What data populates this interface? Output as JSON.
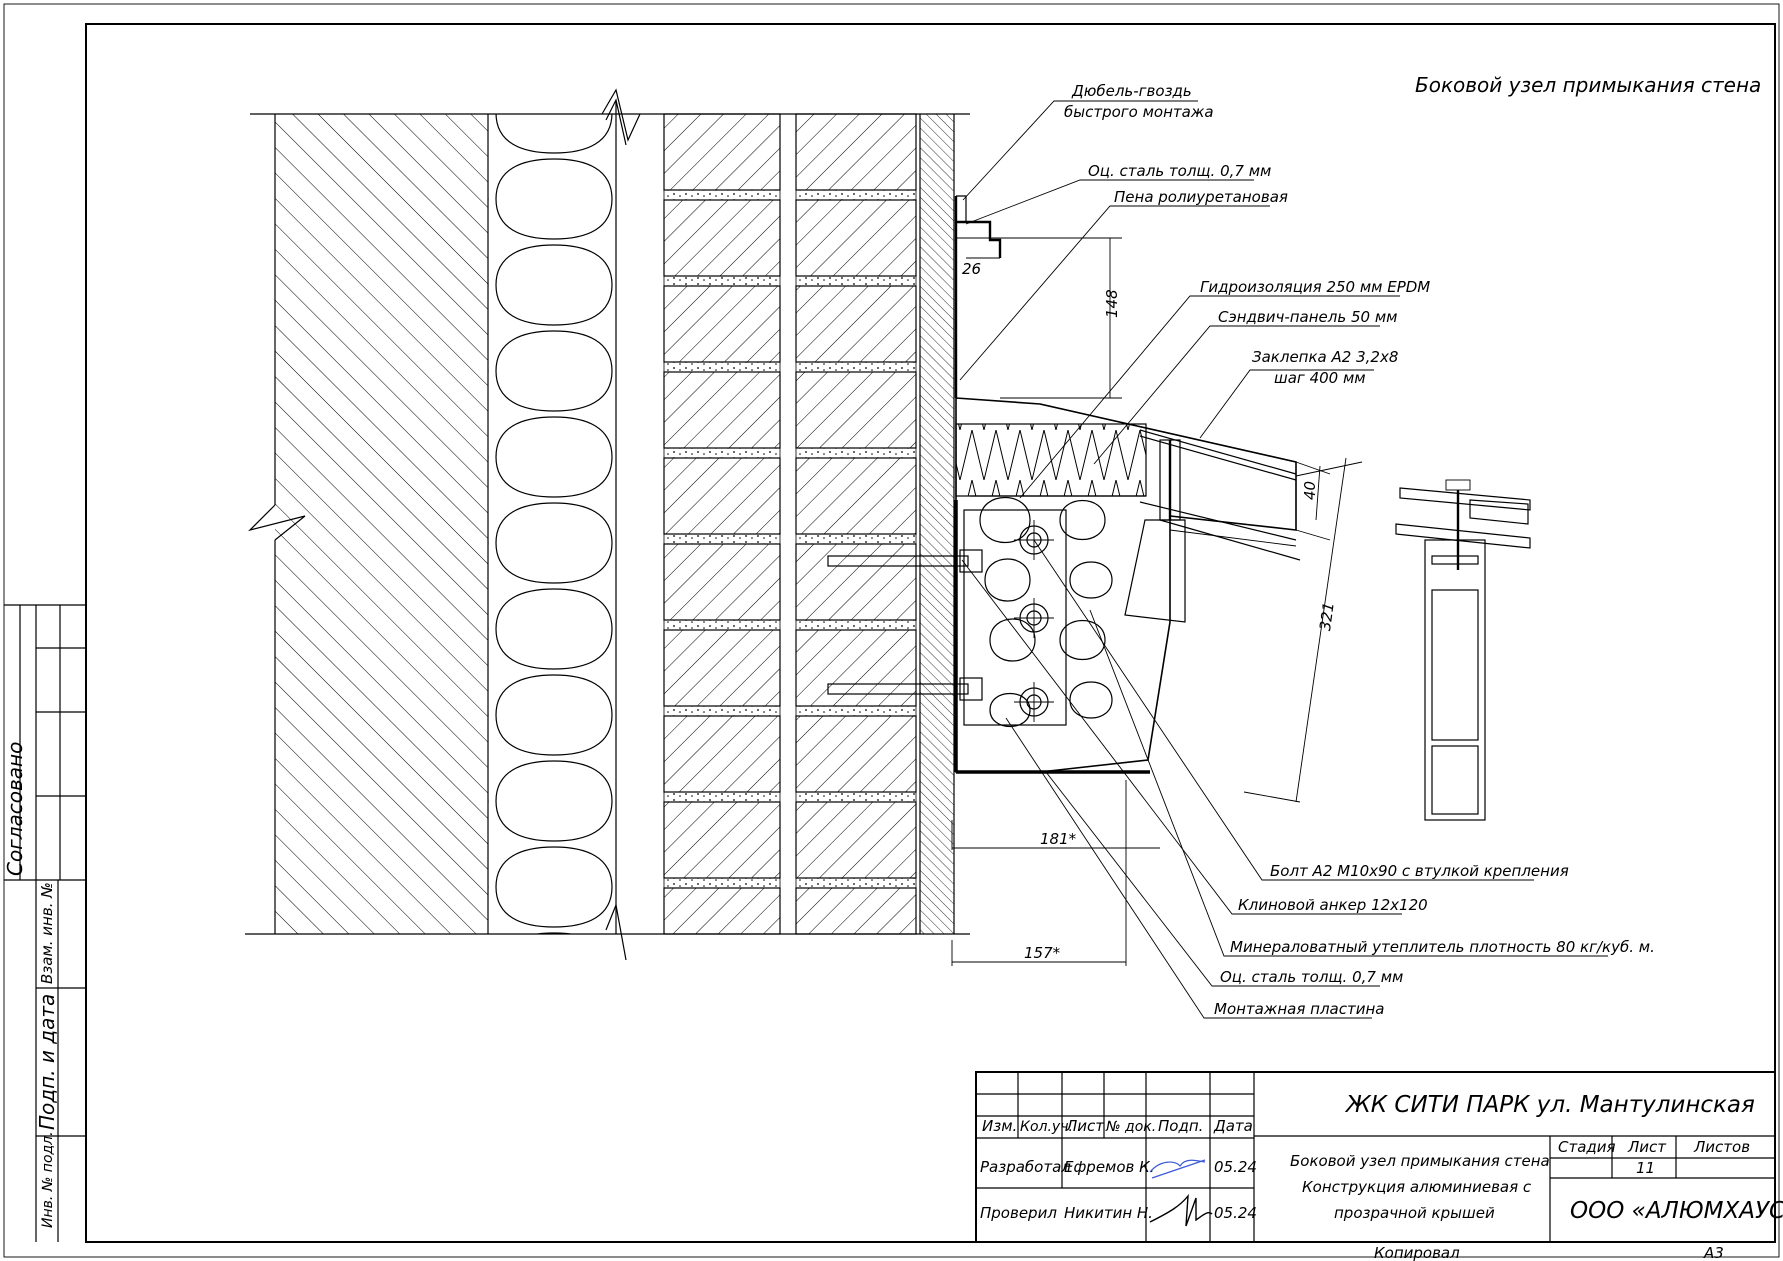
{
  "drawing": {
    "view_title": "Боковой узел примыкания стена",
    "callouts": [
      {
        "id": "dowel",
        "lines": [
          "Дюбель-гвоздь",
          "быстрого монтажа"
        ]
      },
      {
        "id": "steel_top",
        "lines": [
          "Оц. сталь толщ. 0,7 мм"
        ]
      },
      {
        "id": "foam",
        "lines": [
          "Пена ролиуретановая"
        ]
      },
      {
        "id": "epdm",
        "lines": [
          "Гидроизоляция 250 мм EPDM"
        ]
      },
      {
        "id": "sandwich",
        "lines": [
          "Сэндвич-панель 50 мм"
        ]
      },
      {
        "id": "rivet",
        "lines": [
          "Заклепка А2 3,2х8",
          "шаг 400 мм"
        ]
      },
      {
        "id": "bolt",
        "lines": [
          "Болт А2 М10х90 с втулкой крепления"
        ]
      },
      {
        "id": "wedge",
        "lines": [
          "Клиновой анкер 12х120"
        ]
      },
      {
        "id": "wool",
        "lines": [
          "Минераловатный утеплитель плотность 80 кг/куб. м."
        ]
      },
      {
        "id": "steel_bottom",
        "lines": [
          "Оц. сталь толщ. 0,7 мм"
        ]
      },
      {
        "id": "plate",
        "lines": [
          "Монтажная пластина"
        ]
      }
    ],
    "dimensions": {
      "d26": "26",
      "d148": "148",
      "d40": "40",
      "d321": "321",
      "d181": "181*",
      "d157": "157*"
    }
  },
  "left_margin": {
    "approved": "Согласовано",
    "ref_no": "Взам. инв. №",
    "sign_date": "Подп. и дата",
    "inv_no": "Инв. № подл."
  },
  "title_block": {
    "project": "ЖК СИТИ ПАРК ул. Мантулинская",
    "col_headers": [
      "Изм.",
      "Кол.уч.",
      "Лист",
      "№ док.",
      "Подп.",
      "Дата"
    ],
    "developed_label": "Разработал",
    "developed_name": "Ефремов К.",
    "developed_date": "05.24",
    "checked_label": "Проверил",
    "checked_name": "Никитин Н.",
    "checked_date": "05.24",
    "sheet_title_lines": [
      "Боковой узел примыкания стена",
      "Конструкция алюминиевая с",
      "прозрачной крышей"
    ],
    "stage_label": "Стадия",
    "sheet_label": "Лист",
    "sheets_label": "Листов",
    "sheet_value": "11",
    "company": "ООО «АЛЮМХАУС»",
    "copied": "Копировал",
    "format": "А3"
  }
}
